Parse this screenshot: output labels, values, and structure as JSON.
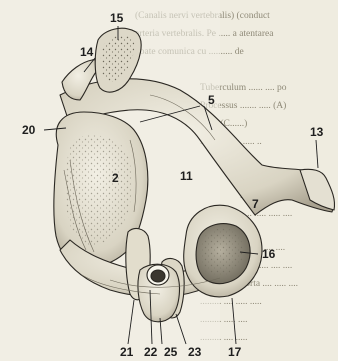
{
  "figure": {
    "labels": {
      "l15": "15",
      "l14": "14",
      "l5": "5",
      "l20": "20",
      "l2": "2",
      "l11": "11",
      "l13": "13",
      "l7": "7",
      "l16": "16",
      "l21": "21",
      "l22": "22",
      "l25": "25",
      "l23": "23",
      "l17": "17"
    },
    "background_text": [
      "(Canalis nervi vertebralis) (conduct",
      "arteria vertebralis. Pe ..... a atentarea",
      "poate comunica cu .......... de",
      "Tuberculum ...... .... po",
      "Processus ....... ..... (A)",
      "Axis (C......)",
      "....... ... ..... ..... ..",
      "......... ..... ..... .. ...",
      "......... ..... ... .....",
      "..... ..... ..... ....",
      "......... .... ....",
      "...... ..... .... ....",
      "Forta .... ..... ....",
      "......... .... ..... .....",
      "......... ..... ....",
      "......... .... ....."
    ],
    "colors": {
      "paper": "#efece0",
      "bone": "#e6e2d4",
      "shadow": "#8c8676",
      "ink": "#1e1e1e"
    }
  }
}
